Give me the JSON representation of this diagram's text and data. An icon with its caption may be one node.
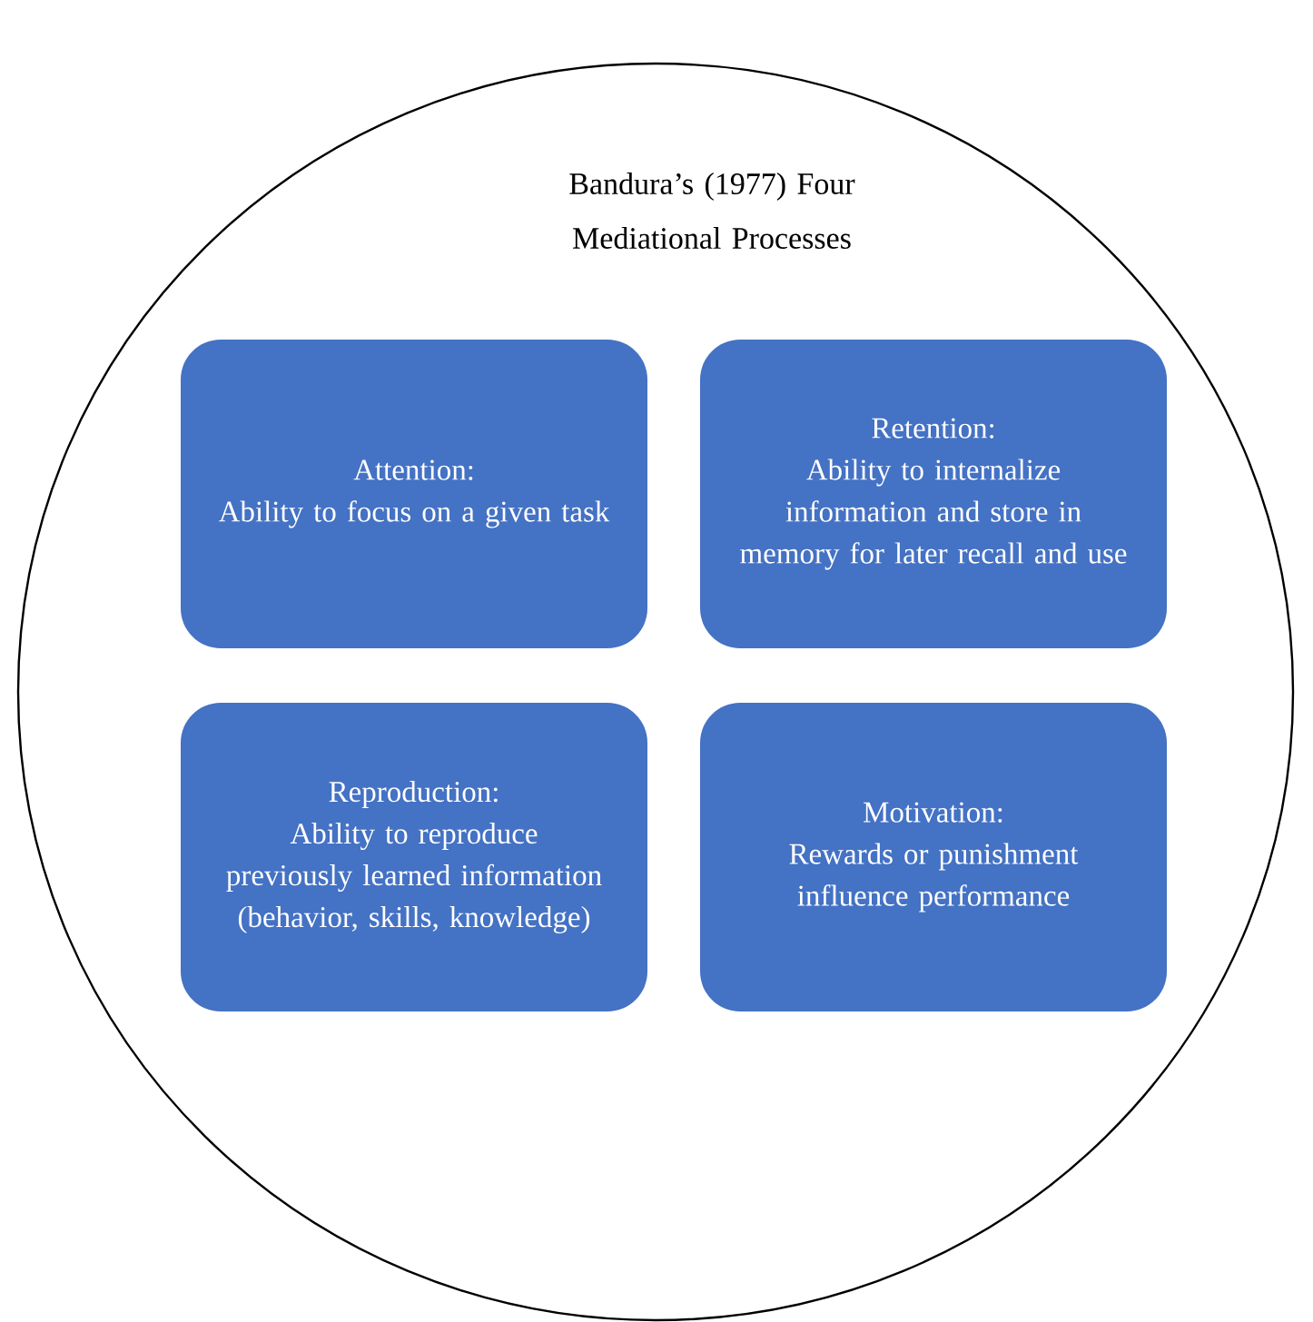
{
  "diagram": {
    "nodes": [
      {
        "text": [
          "Bandura’s (1977) Four Mediational Processes"
        ]
      },
      {
        "text": [
          "Attention:",
          "Ability to focus on a given task"
        ],
        "in": 0
      },
      {
        "text": [
          "Retention:",
          "Ability to internalize information and store in memory for later recall and use"
        ],
        "in": 0
      },
      {
        "text": [
          "Reproduction:",
          "Ability to reproduce previously learned information (behavior, skills, knowledge)"
        ],
        "in": 0
      },
      {
        "text": [
          "Motivation:",
          "Rewards or punishment influence performance"
        ],
        "in": 0
      }
    ]
  }
}
